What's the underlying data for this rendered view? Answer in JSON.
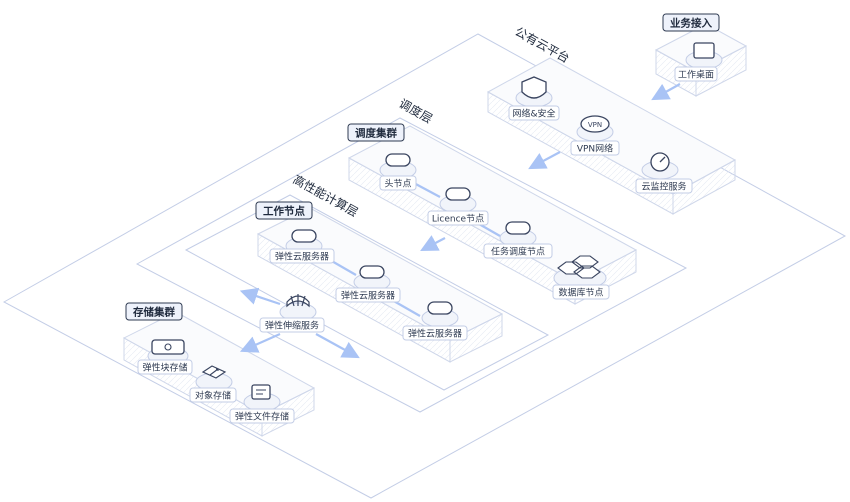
{
  "layers": {
    "public_cloud": "公有云平台",
    "scheduling": "调度层",
    "hpc": "高性能计算层"
  },
  "groups": {
    "business_access": "业务接入",
    "scheduling_cluster": "调度集群",
    "work_nodes": "工作节点",
    "storage_cluster": "存储集群"
  },
  "nodes": {
    "workstation": "工作桌面",
    "network_security": "网络&安全",
    "vpn": "VPN网络",
    "cloud_monitor": "云监控服务",
    "head_node": "头节点",
    "licence_node": "Licence节点",
    "task_scheduler": "任务调度节点",
    "database_node": "数据库节点",
    "ecs_1": "弹性云服务器",
    "ecs_2": "弹性云服务器",
    "ecs_3": "弹性云服务器",
    "auto_scaling": "弹性伸缩服务",
    "block_storage": "弹性块存储",
    "object_storage": "对象存储",
    "file_storage": "弹性文件存储"
  },
  "icon_text": {
    "vpn": "VPN"
  },
  "colors": {
    "frame": "#b9c6e6",
    "accent": "#a9c3f5",
    "icon_stroke": "#3a4560",
    "platform_fill": "#fafbfd"
  }
}
